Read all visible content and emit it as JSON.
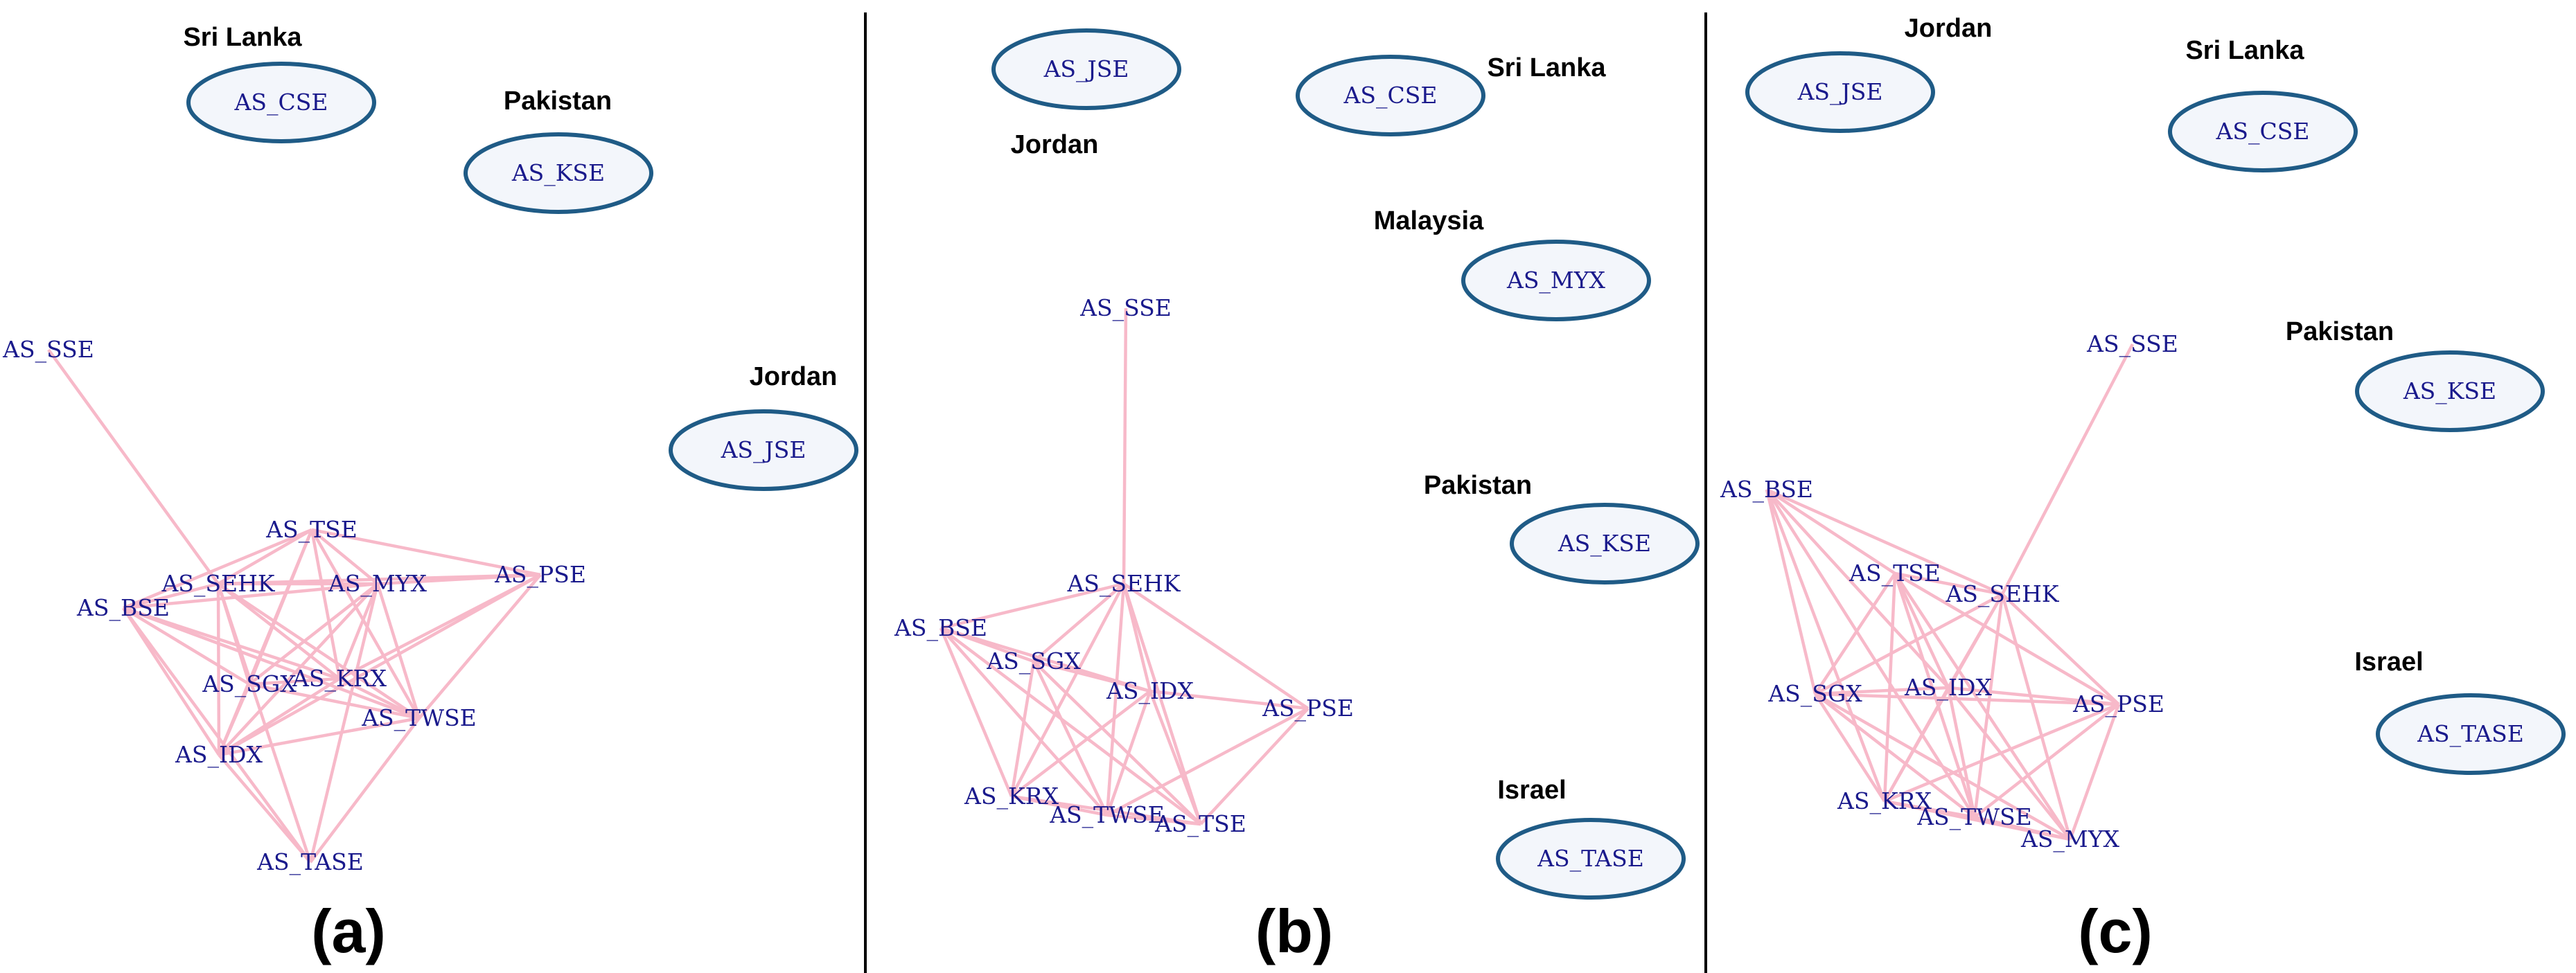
{
  "colors": {
    "edge": "#f7b9c9",
    "node_text": "#1a1a8c",
    "ellipse_stroke": "#1f5b86",
    "ellipse_fill": "#f3f6fb",
    "divider": "#000000"
  },
  "panels": [
    {
      "id": "a",
      "label": "(a)",
      "network_nodes": [
        "AS_SSE",
        "AS_TSE",
        "AS_SEHK",
        "AS_MYX",
        "AS_PSE",
        "AS_BSE",
        "AS_SGX",
        "AS_KRX",
        "AS_TWSE",
        "AS_IDX",
        "AS_TASE"
      ],
      "edges": [
        [
          "AS_SSE",
          "AS_SEHK"
        ],
        [
          "AS_BSE",
          "AS_TSE"
        ],
        [
          "AS_BSE",
          "AS_SEHK"
        ],
        [
          "AS_BSE",
          "AS_MYX"
        ],
        [
          "AS_BSE",
          "AS_SGX"
        ],
        [
          "AS_BSE",
          "AS_KRX"
        ],
        [
          "AS_BSE",
          "AS_TWSE"
        ],
        [
          "AS_BSE",
          "AS_IDX"
        ],
        [
          "AS_BSE",
          "AS_TASE"
        ],
        [
          "AS_TSE",
          "AS_SEHK"
        ],
        [
          "AS_TSE",
          "AS_MYX"
        ],
        [
          "AS_TSE",
          "AS_PSE"
        ],
        [
          "AS_TSE",
          "AS_SGX"
        ],
        [
          "AS_TSE",
          "AS_KRX"
        ],
        [
          "AS_TSE",
          "AS_IDX"
        ],
        [
          "AS_TSE",
          "AS_TWSE"
        ],
        [
          "AS_SEHK",
          "AS_MYX"
        ],
        [
          "AS_SEHK",
          "AS_PSE"
        ],
        [
          "AS_SEHK",
          "AS_SGX"
        ],
        [
          "AS_SEHK",
          "AS_KRX"
        ],
        [
          "AS_SEHK",
          "AS_TWSE"
        ],
        [
          "AS_SEHK",
          "AS_IDX"
        ],
        [
          "AS_SEHK",
          "AS_TASE"
        ],
        [
          "AS_MYX",
          "AS_PSE"
        ],
        [
          "AS_MYX",
          "AS_SGX"
        ],
        [
          "AS_MYX",
          "AS_KRX"
        ],
        [
          "AS_MYX",
          "AS_TWSE"
        ],
        [
          "AS_MYX",
          "AS_IDX"
        ],
        [
          "AS_MYX",
          "AS_TASE"
        ],
        [
          "AS_PSE",
          "AS_KRX"
        ],
        [
          "AS_PSE",
          "AS_TWSE"
        ],
        [
          "AS_PSE",
          "AS_IDX"
        ],
        [
          "AS_SGX",
          "AS_KRX"
        ],
        [
          "AS_SGX",
          "AS_TWSE"
        ],
        [
          "AS_SGX",
          "AS_IDX"
        ],
        [
          "AS_KRX",
          "AS_TWSE"
        ],
        [
          "AS_KRX",
          "AS_IDX"
        ],
        [
          "AS_TWSE",
          "AS_IDX"
        ],
        [
          "AS_TWSE",
          "AS_TASE"
        ],
        [
          "AS_IDX",
          "AS_TASE"
        ]
      ],
      "isolated": [
        {
          "country": "Sri Lanka",
          "node": "AS_CSE"
        },
        {
          "country": "Pakistan",
          "node": "AS_KSE"
        },
        {
          "country": "Jordan",
          "node": "AS_JSE"
        }
      ]
    },
    {
      "id": "b",
      "label": "(b)",
      "network_nodes": [
        "AS_SSE",
        "AS_SEHK",
        "AS_BSE",
        "AS_SGX",
        "AS_IDX",
        "AS_PSE",
        "AS_KRX",
        "AS_TWSE",
        "AS_TSE"
      ],
      "edges": [
        [
          "AS_SSE",
          "AS_SEHK"
        ],
        [
          "AS_SEHK",
          "AS_BSE"
        ],
        [
          "AS_SEHK",
          "AS_SGX"
        ],
        [
          "AS_SEHK",
          "AS_IDX"
        ],
        [
          "AS_SEHK",
          "AS_PSE"
        ],
        [
          "AS_SEHK",
          "AS_KRX"
        ],
        [
          "AS_SEHK",
          "AS_TWSE"
        ],
        [
          "AS_SEHK",
          "AS_TSE"
        ],
        [
          "AS_BSE",
          "AS_SGX"
        ],
        [
          "AS_BSE",
          "AS_IDX"
        ],
        [
          "AS_BSE",
          "AS_KRX"
        ],
        [
          "AS_BSE",
          "AS_TWSE"
        ],
        [
          "AS_BSE",
          "AS_TSE"
        ],
        [
          "AS_SGX",
          "AS_IDX"
        ],
        [
          "AS_SGX",
          "AS_KRX"
        ],
        [
          "AS_SGX",
          "AS_TWSE"
        ],
        [
          "AS_SGX",
          "AS_TSE"
        ],
        [
          "AS_IDX",
          "AS_PSE"
        ],
        [
          "AS_IDX",
          "AS_KRX"
        ],
        [
          "AS_IDX",
          "AS_TWSE"
        ],
        [
          "AS_IDX",
          "AS_TSE"
        ],
        [
          "AS_PSE",
          "AS_TWSE"
        ],
        [
          "AS_PSE",
          "AS_TSE"
        ],
        [
          "AS_KRX",
          "AS_TWSE"
        ],
        [
          "AS_KRX",
          "AS_TSE"
        ],
        [
          "AS_TWSE",
          "AS_TSE"
        ]
      ],
      "isolated": [
        {
          "country": "Jordan",
          "node": "AS_JSE"
        },
        {
          "country": "Sri Lanka",
          "node": "AS_CSE"
        },
        {
          "country": "Malaysia",
          "node": "AS_MYX"
        },
        {
          "country": "Pakistan",
          "node": "AS_KSE"
        },
        {
          "country": "Israel",
          "node": "AS_TASE"
        }
      ]
    },
    {
      "id": "c",
      "label": "(c)",
      "network_nodes": [
        "AS_SSE",
        "AS_BSE",
        "AS_TSE",
        "AS_SEHK",
        "AS_SGX",
        "AS_IDX",
        "AS_PSE",
        "AS_KRX",
        "AS_TWSE",
        "AS_MYX"
      ],
      "edges": [
        [
          "AS_SSE",
          "AS_SEHK"
        ],
        [
          "AS_BSE",
          "AS_TSE"
        ],
        [
          "AS_BSE",
          "AS_SEHK"
        ],
        [
          "AS_BSE",
          "AS_SGX"
        ],
        [
          "AS_BSE",
          "AS_IDX"
        ],
        [
          "AS_BSE",
          "AS_KRX"
        ],
        [
          "AS_BSE",
          "AS_TWSE"
        ],
        [
          "AS_TSE",
          "AS_SEHK"
        ],
        [
          "AS_TSE",
          "AS_SGX"
        ],
        [
          "AS_TSE",
          "AS_IDX"
        ],
        [
          "AS_TSE",
          "AS_PSE"
        ],
        [
          "AS_TSE",
          "AS_KRX"
        ],
        [
          "AS_TSE",
          "AS_TWSE"
        ],
        [
          "AS_TSE",
          "AS_MYX"
        ],
        [
          "AS_SEHK",
          "AS_SGX"
        ],
        [
          "AS_SEHK",
          "AS_IDX"
        ],
        [
          "AS_SEHK",
          "AS_PSE"
        ],
        [
          "AS_SEHK",
          "AS_KRX"
        ],
        [
          "AS_SEHK",
          "AS_TWSE"
        ],
        [
          "AS_SEHK",
          "AS_MYX"
        ],
        [
          "AS_SGX",
          "AS_IDX"
        ],
        [
          "AS_SGX",
          "AS_PSE"
        ],
        [
          "AS_SGX",
          "AS_KRX"
        ],
        [
          "AS_SGX",
          "AS_TWSE"
        ],
        [
          "AS_SGX",
          "AS_MYX"
        ],
        [
          "AS_IDX",
          "AS_PSE"
        ],
        [
          "AS_IDX",
          "AS_KRX"
        ],
        [
          "AS_IDX",
          "AS_TWSE"
        ],
        [
          "AS_IDX",
          "AS_MYX"
        ],
        [
          "AS_PSE",
          "AS_KRX"
        ],
        [
          "AS_PSE",
          "AS_TWSE"
        ],
        [
          "AS_PSE",
          "AS_MYX"
        ],
        [
          "AS_KRX",
          "AS_TWSE"
        ],
        [
          "AS_KRX",
          "AS_MYX"
        ],
        [
          "AS_TWSE",
          "AS_MYX"
        ]
      ],
      "isolated": [
        {
          "country": "Jordan",
          "node": "AS_JSE"
        },
        {
          "country": "Sri Lanka",
          "node": "AS_CSE"
        },
        {
          "country": "Pakistan",
          "node": "AS_KSE"
        },
        {
          "country": "Israel",
          "node": "AS_TASE"
        }
      ]
    }
  ]
}
